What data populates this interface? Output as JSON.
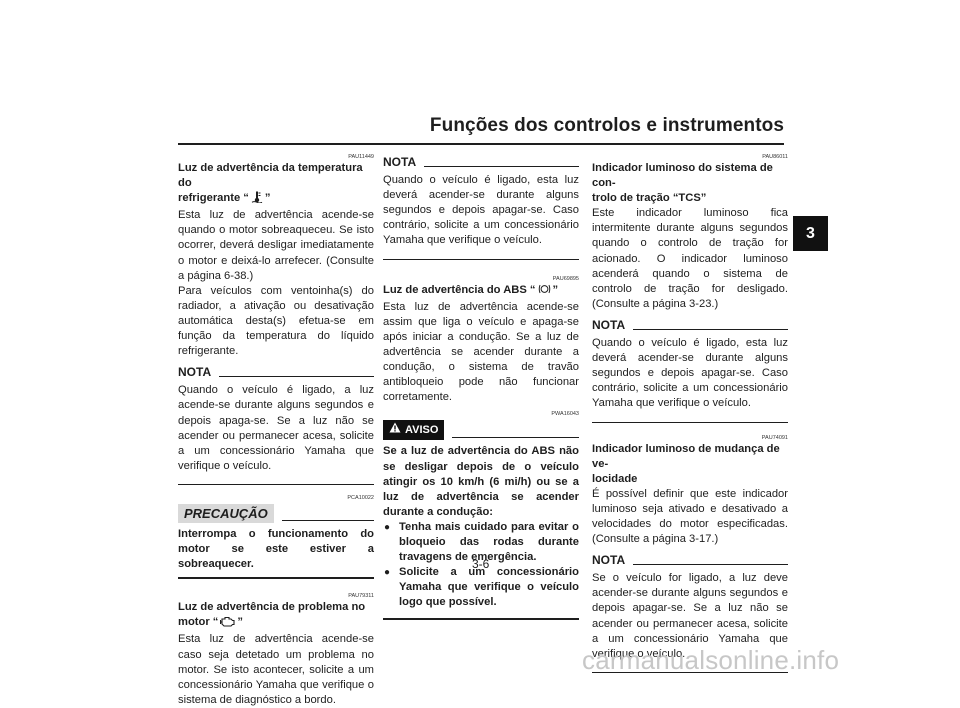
{
  "header": {
    "title": "Funções dos controlos e instrumentos"
  },
  "chapter_tab": "3",
  "page_number": "3-6",
  "watermark": "carmanualsonline.info",
  "col1": {
    "code1": "PAU11449",
    "h1a": "Luz de advertência da temperatura do",
    "h1b_pre": "refrigerante “",
    "h1b_post": "”",
    "p1": "Esta luz de advertência acende-se quando o motor sobreaqueceu. Se isto ocorrer, deverá desligar imediatamente o motor e deixá-lo arrefecer. (Consulte a página 6-38.)",
    "p2": "Para veículos com ventoinha(s) do radiador, a ativação ou desativação automática desta(s) efetua-se em função da temperatura do líquido refrigerante.",
    "nota_label": "NOTA",
    "nota_text": "Quando o veículo é ligado, a luz acende-se durante alguns segundos e depois apaga-se. Se a luz não se acender ou permanecer acesa, solicite a um concessionário Yamaha que verifique o veículo.",
    "code2": "PCA10022",
    "caution_label": "PRECAUÇÃO",
    "caution_text": "Interrompa o funcionamento do motor se este estiver a sobreaquecer.",
    "code3": "PAU79311",
    "h2a": "Luz de advertência de problema no",
    "h2b_pre": "motor “",
    "h2b_post": "”",
    "p3": "Esta luz de advertência acende-se caso seja detetado um problema no motor. Se isto acontecer, solicite a um concessionário Yamaha que verifique o sistema de diagnóstico a bordo."
  },
  "col2": {
    "nota_label": "NOTA",
    "nota_text": "Quando o veículo é ligado, esta luz deverá acender-se durante alguns segundos e depois apagar-se. Caso contrário, solicite a um concessionário Yamaha que verifique o veículo.",
    "code1": "PAU69895",
    "h1_pre": "Luz de advertência do ABS “",
    "h1_post": "”",
    "p1": "Esta luz de advertência acende-se assim que liga o veículo e apaga-se após iniciar a condução. Se a luz de advertência se acender durante a condução, o sistema de travão antibloqueio pode não funcionar corretamente.",
    "code2": "PWA16043",
    "aviso_label": "AVISO",
    "aviso_text": "Se a luz de advertência do ABS não se desligar depois de o veículo atingir os 10 km/h (6 mi/h) ou se a luz de advertência se acender durante a condução:",
    "bullets": [
      "Tenha mais cuidado para evitar o bloqueio das rodas durante travagens de emergência.",
      "Solicite a um concessionário Yamaha que verifique o veículo logo que possível."
    ]
  },
  "col3": {
    "code1": "PAU86011",
    "h1a": "Indicador luminoso do sistema de con-",
    "h1b": "trolo de tração “TCS”",
    "p1": "Este indicador luminoso fica intermitente durante alguns segundos quando o controlo de tração for acionado. O indicador luminoso acenderá quando o sistema de controlo de tração for desligado. (Consulte a página 3-23.)",
    "nota1_label": "NOTA",
    "nota1_text": "Quando o veículo é ligado, esta luz deverá acender-se durante alguns segundos e depois apagar-se. Caso contrário, solicite a um concessionário Yamaha que verifique o veículo.",
    "code2": "PAU74091",
    "h2a": "Indicador luminoso de mudança de ve-",
    "h2b": "locidade",
    "p2": "É possível definir que este indicador luminoso seja ativado e desativado a velocidades do motor especificadas. (Consulte a página 3-17.)",
    "nota2_label": "NOTA",
    "nota2_text": "Se o veículo for ligado, a luz deve acender-se durante alguns segundos e depois apagar-se. Se a luz não se acender ou permanecer acesa, solicite a um concessionário Yamaha que verifique o veículo."
  }
}
